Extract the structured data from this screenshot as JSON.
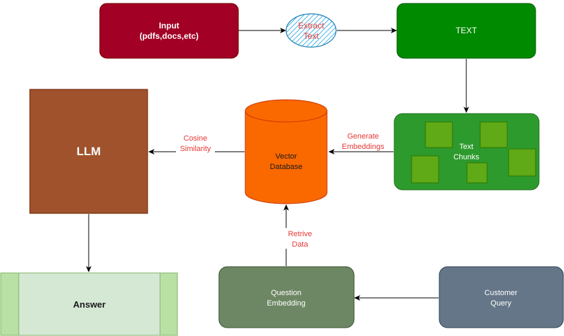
{
  "nodes": {
    "input": {
      "line1": "Input",
      "line2": "(pdfs,docs,etc)"
    },
    "extract": {
      "line1": "Extract",
      "line2": "Text"
    },
    "text": {
      "label": "TEXT"
    },
    "chunks": {
      "line1": "Text",
      "line2": "Chunks"
    },
    "vector_db": {
      "line1": "Vector",
      "line2": "Database"
    },
    "llm": {
      "label": "LLM"
    },
    "answer": {
      "label": "Answer"
    },
    "question_embedding": {
      "line1": "Question",
      "line2": "Embedding"
    },
    "customer_query": {
      "line1": "Customer",
      "line2": "Query"
    }
  },
  "edges": {
    "generate_embeddings": {
      "line1": "Generate",
      "line2": "Embeddings"
    },
    "cosine_similarity": {
      "line1": "Cosine",
      "line2": "Similarity"
    },
    "retrive_data": {
      "line1": "Retrive",
      "line2": "Data"
    }
  },
  "colors": {
    "input_fill": "#a20025",
    "text_fill": "#008a00",
    "chunks_fill": "#2d9a2d",
    "chunk_square": "#60a917",
    "db_fill": "#fa6800",
    "llm_fill": "#a0522d",
    "answer_fill": "#d5e8d4",
    "question_fill": "#6d8764",
    "query_fill": "#647687",
    "extract_hatch": "#1ba1e2",
    "edge_label": "#e53935"
  }
}
